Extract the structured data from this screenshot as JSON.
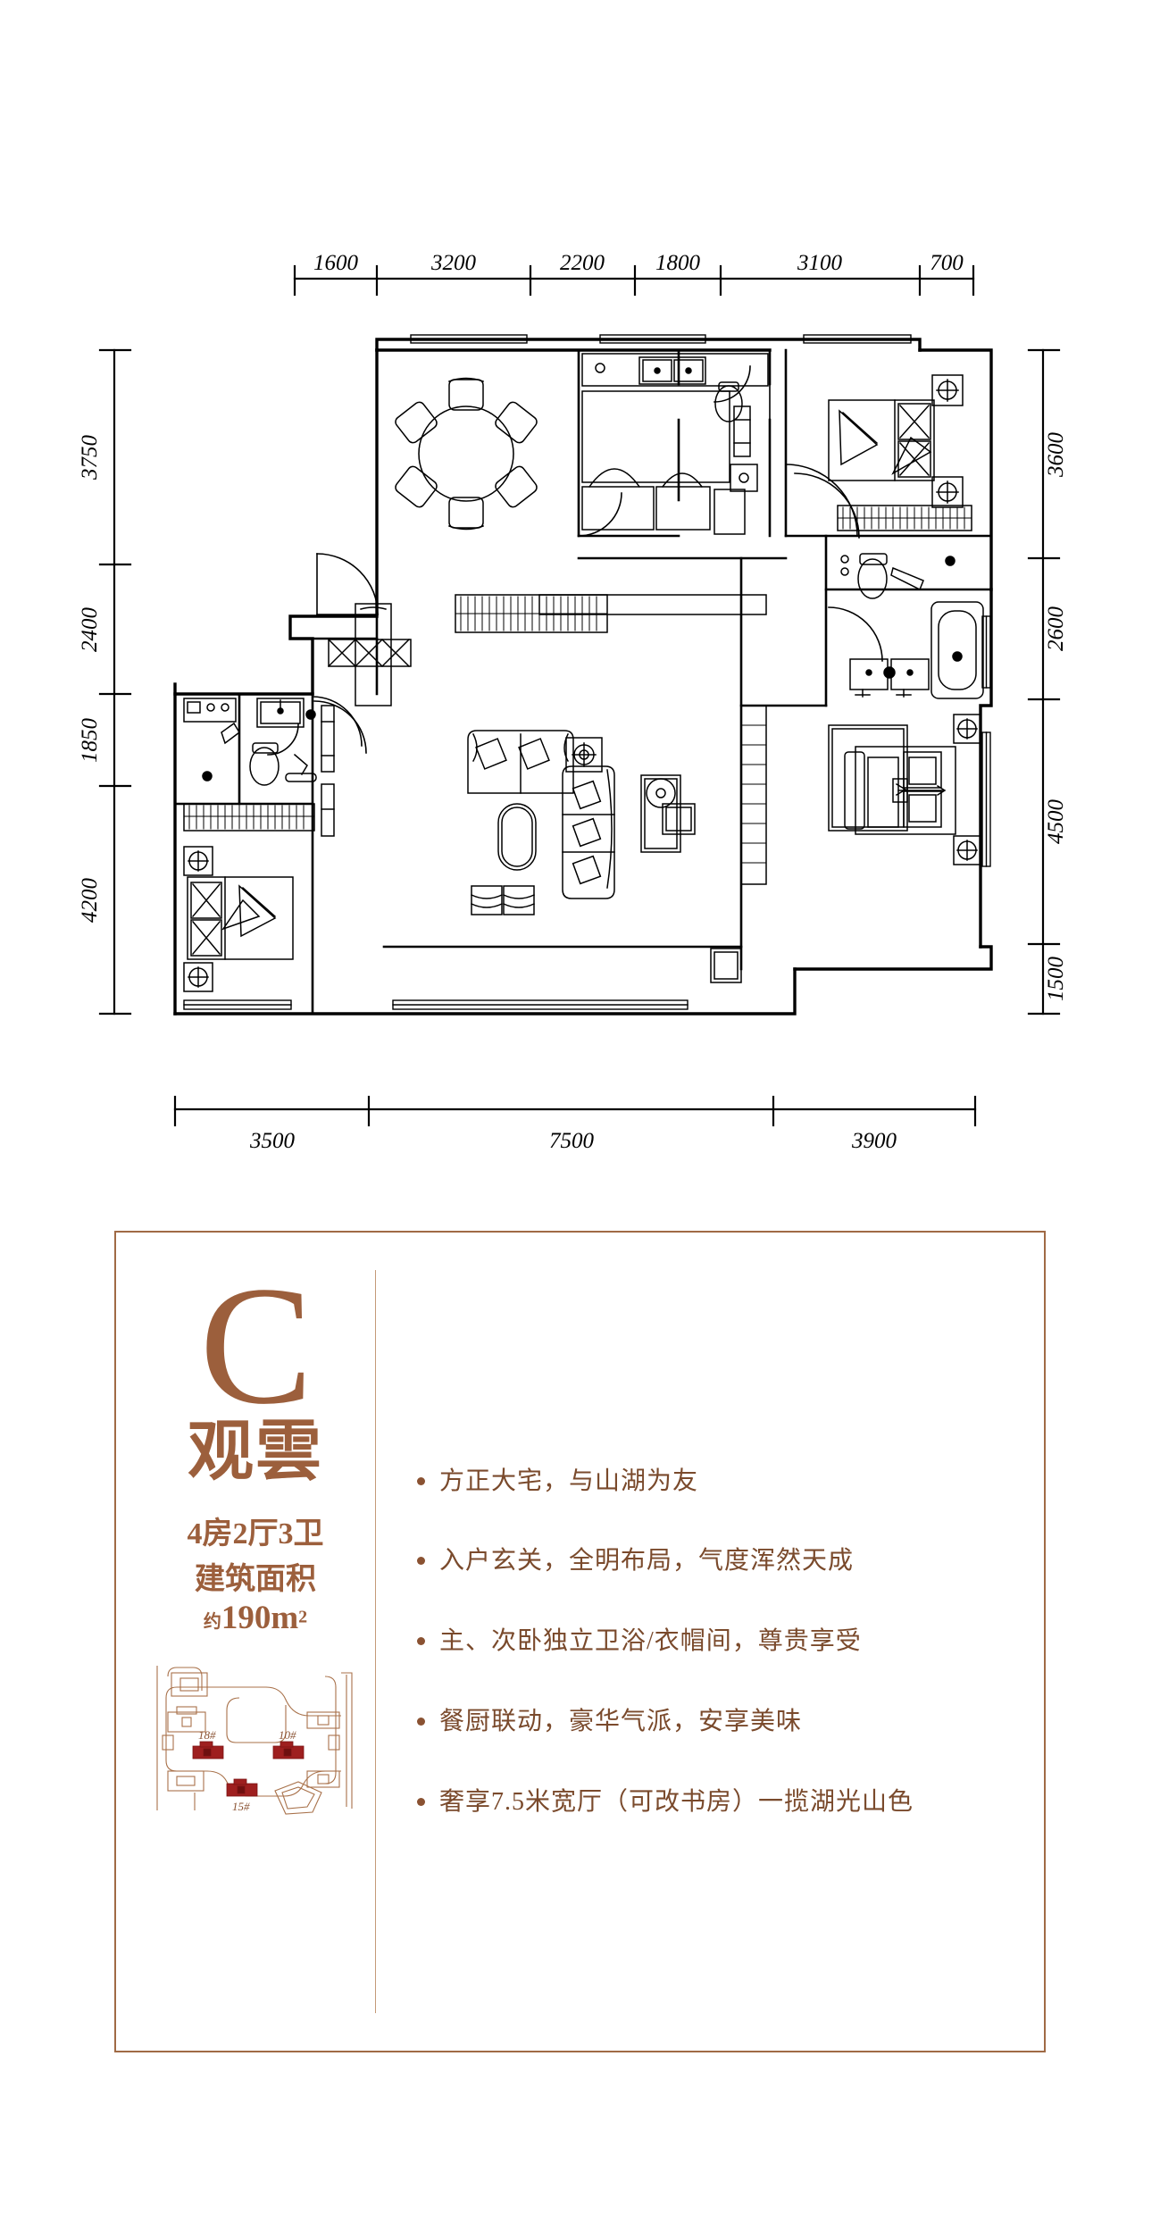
{
  "plan": {
    "top_dimensions": [
      "1600",
      "3200",
      "2200",
      "1800",
      "3100",
      "700"
    ],
    "left_dimensions": [
      "3750",
      "2400",
      "1850",
      "4200"
    ],
    "right_dimensions": [
      "3600",
      "2600",
      "4500",
      "1500"
    ],
    "bottom_dimensions": [
      "3500",
      "7500",
      "3900"
    ]
  },
  "info": {
    "letter": "C",
    "name": "观雲",
    "rooms": "4房2厅3卫",
    "area_label": "建筑面积",
    "area_approx": "约",
    "area_value": "190m",
    "area_sup": "2",
    "bullets": [
      "方正大宅，与山湖为友",
      "入户玄关，全明布局，气度浑然天成",
      "主、次卧独立卫浴/衣帽间，尊贵享受",
      "餐厨联动，豪华气派，安享美味",
      "奢享7.5米宽厅（可改书房）一揽湖光山色"
    ],
    "sitemap": {
      "buildings": [
        "18#",
        "10#",
        "15#"
      ]
    },
    "colors": {
      "brand": "#9c5f3c",
      "text": "#7a4a2c",
      "border": "#a06a45",
      "highlight": "#9e1f1f"
    }
  }
}
